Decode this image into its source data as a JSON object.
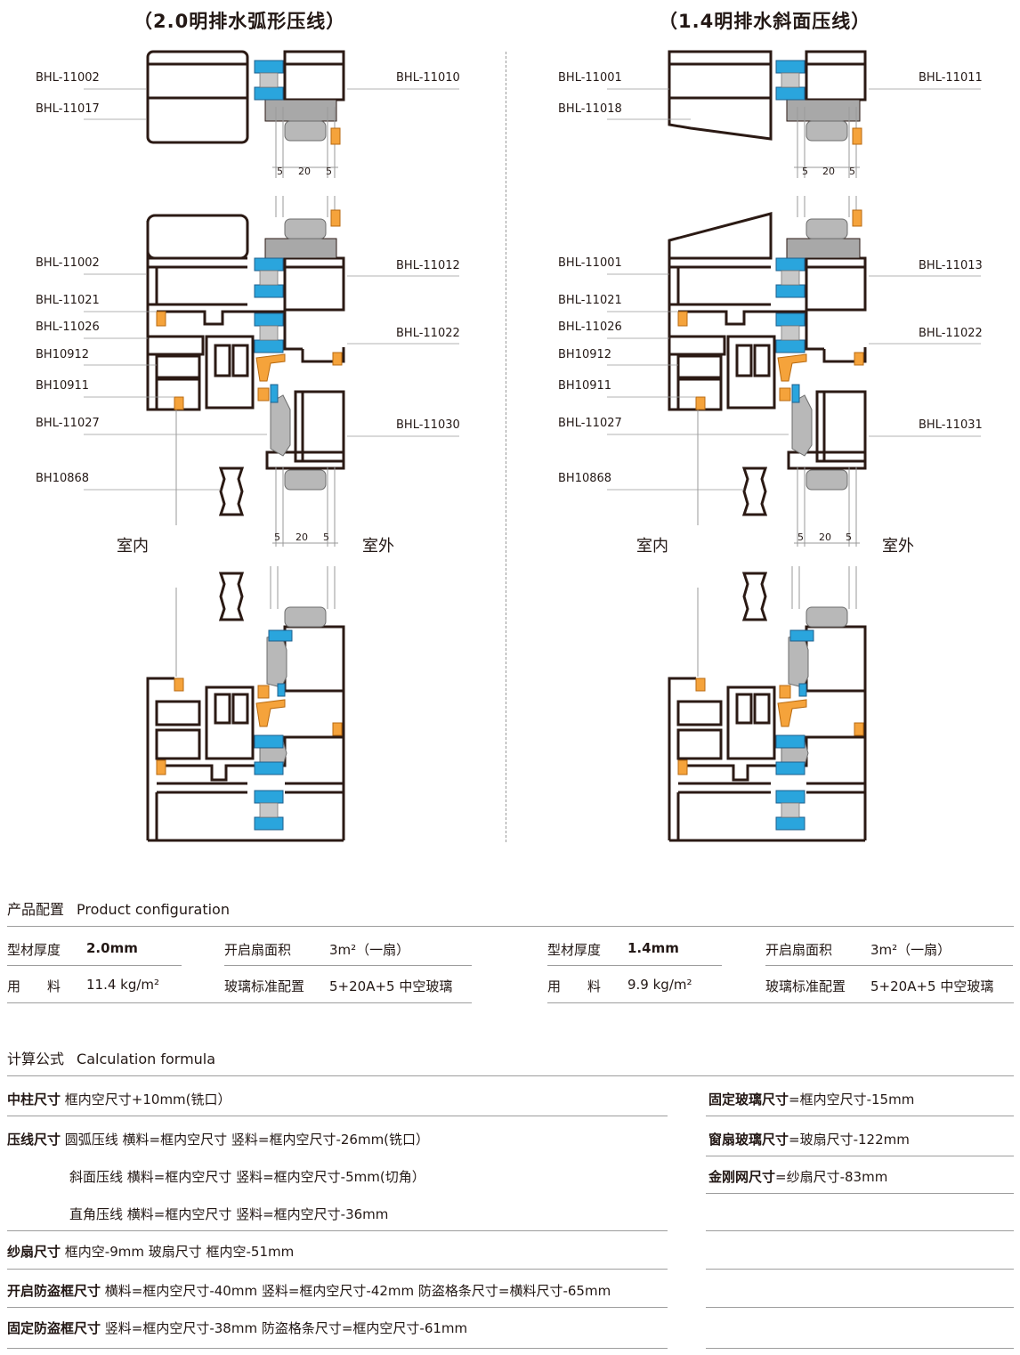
{
  "left": {
    "title": "（2.0明排水弧形压线）",
    "top_labels_left": [
      "BHL-11002",
      "BHL-11017"
    ],
    "top_label_right": "BHL-11010",
    "mid_labels_left": [
      "BHL-11002",
      "BHL-11021",
      "BHL-11026",
      "BH10912",
      "BH10911",
      "BHL-11027",
      "BH10868"
    ],
    "mid_labels_right": [
      "BHL-11012",
      "BHL-11022",
      "BHL-11030"
    ]
  },
  "right": {
    "title": "（1.4明排水斜面压线）",
    "top_labels_left": [
      "BHL-11001",
      "BHL-11018"
    ],
    "top_label_right": "BHL-11011",
    "mid_labels_left": [
      "BHL-11001",
      "BHL-11021",
      "BHL-11026",
      "BH10912",
      "BH10911",
      "BHL-11027",
      "BH10868"
    ],
    "mid_labels_right": [
      "BHL-11013",
      "BHL-11022",
      "BHL-11031"
    ]
  },
  "dims": [
    "5",
    "20",
    "5"
  ],
  "side_labels": {
    "inside": "室内",
    "outside": "室外"
  },
  "config": {
    "heading_cn": "产品配置",
    "heading_en": "Product configuration",
    "left": {
      "thickness_label": "型材厚度",
      "thickness_value": "2.0mm",
      "material_label": "用　　料",
      "material_value": "11.4 kg/m²",
      "area_label": "开启扇面积",
      "area_value": "3m²（一扇）",
      "glass_label": "玻璃标准配置",
      "glass_value": "5+20A+5 中空玻璃"
    },
    "right": {
      "thickness_label": "型材厚度",
      "thickness_value": "1.4mm",
      "material_label": "用　　料",
      "material_value": "9.9 kg/m²",
      "area_label": "开启扇面积",
      "area_value": "3m²（一扇）",
      "glass_label": "玻璃标准配置",
      "glass_value": "5+20A+5 中空玻璃"
    }
  },
  "formula": {
    "heading_cn": "计算公式",
    "heading_en": "Calculation formula",
    "left_rows": [
      {
        "label": "中柱尺寸",
        "text": " 框内空尺寸+10mm(铣口）"
      },
      {
        "label": "压线尺寸",
        "text": " 圆弧压线 横料=框内空尺寸 竖料=框内空尺寸-26mm(铣口）"
      },
      {
        "label": "",
        "text": "斜面压线 横料=框内空尺寸 竖料=框内空尺寸-5mm(切角）"
      },
      {
        "label": "",
        "text": "直角压线 横料=框内空尺寸 竖料=框内空尺寸-36mm"
      },
      {
        "label": "纱扇尺寸",
        "text": " 框内空-9mm  玻扇尺寸 框内空-51mm"
      },
      {
        "label": "开启防盗框尺寸",
        "text": " 横料=框内空尺寸-40mm 竖料=框内空尺寸-42mm 防盗格条尺寸=横料尺寸-65mm"
      },
      {
        "label": "固定防盗框尺寸",
        "text": " 竖料=框内空尺寸-38mm 防盗格条尺寸=框内空尺寸-61mm"
      }
    ],
    "right_rows": [
      {
        "label": "固定玻璃尺寸",
        "text": "=框内空尺寸-15mm"
      },
      {
        "label": "窗扇玻璃尺寸",
        "text": "=玻扇尺寸-122mm"
      },
      {
        "label": "金刚网尺寸",
        "text": "=纱扇尺寸-83mm"
      }
    ]
  }
}
